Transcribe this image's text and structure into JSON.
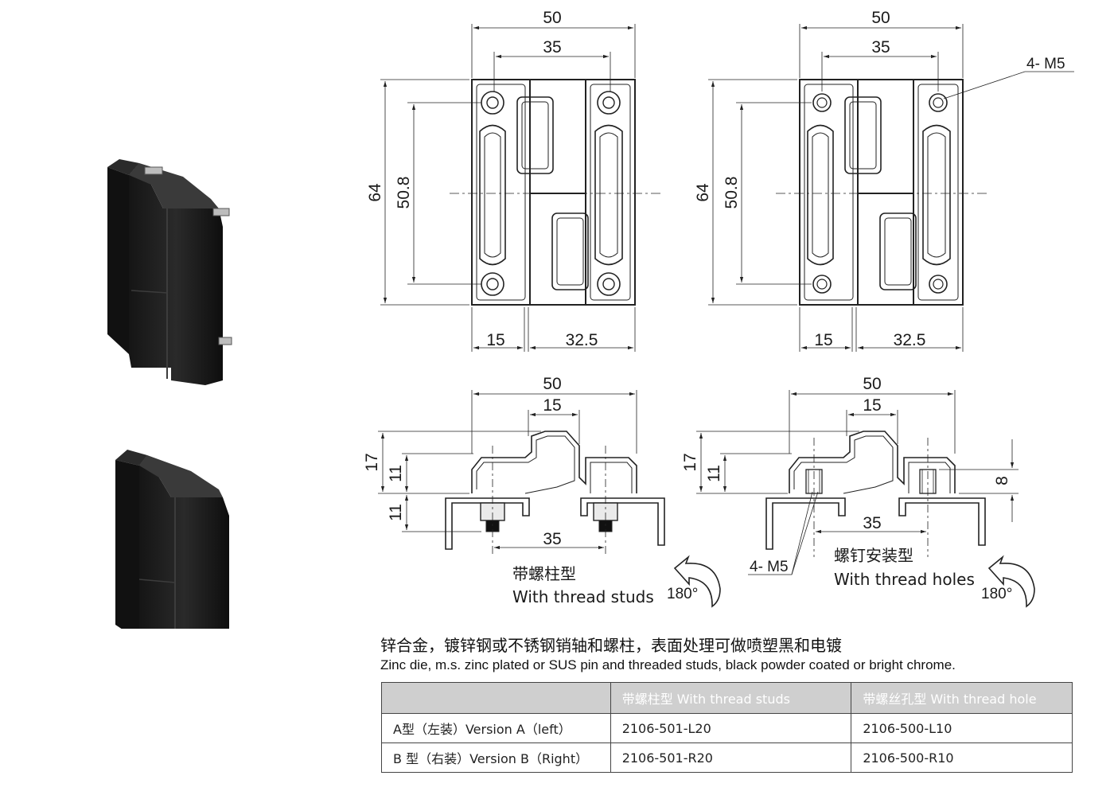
{
  "top_left": {
    "dims": {
      "width": "50",
      "hole_spacing": "35",
      "height": "64",
      "vertical_hole_spacing": "50.8",
      "left_width": "15",
      "right_width": "32.5"
    }
  },
  "top_right": {
    "dims": {
      "width": "50",
      "hole_spacing": "35",
      "height": "64",
      "vertical_hole_spacing": "50.8",
      "left_width": "15",
      "right_width": "32.5"
    },
    "callout": "4- M5"
  },
  "side_left": {
    "dims": {
      "width": "50",
      "knuckle": "15",
      "total_height": "17",
      "upper_height": "11",
      "stud_height": "11",
      "stud_spacing": "35"
    },
    "label_cn": "带螺柱型",
    "label_en": "With thread studs",
    "rotation": "180°"
  },
  "side_right": {
    "dims": {
      "width": "50",
      "knuckle": "15",
      "total_height": "17",
      "upper_height": "11",
      "hole_depth": "8",
      "hole_spacing": "35"
    },
    "callout": "4- M5",
    "label_cn": "螺钉安装型",
    "label_en": "With thread holes",
    "rotation": "180°"
  },
  "description": {
    "cn": "锌合金，镀锌钢或不锈钢销轴和螺柱，表面处理可做喷塑黑和电镀",
    "en": "Zinc die, m.s. zinc plated or SUS pin and threaded studs, black powder coated or bright chrome."
  },
  "table": {
    "headers": [
      "",
      "带螺柱型 With thread studs",
      "带螺丝孔型 With thread hole"
    ],
    "rows": [
      [
        "A型（左装）Version A（left）",
        "2106-501-L20",
        "2106-500-L10"
      ],
      [
        "B 型（右装）Version B（Right）",
        "2106-501-R20",
        "2106-500-R10"
      ]
    ]
  }
}
